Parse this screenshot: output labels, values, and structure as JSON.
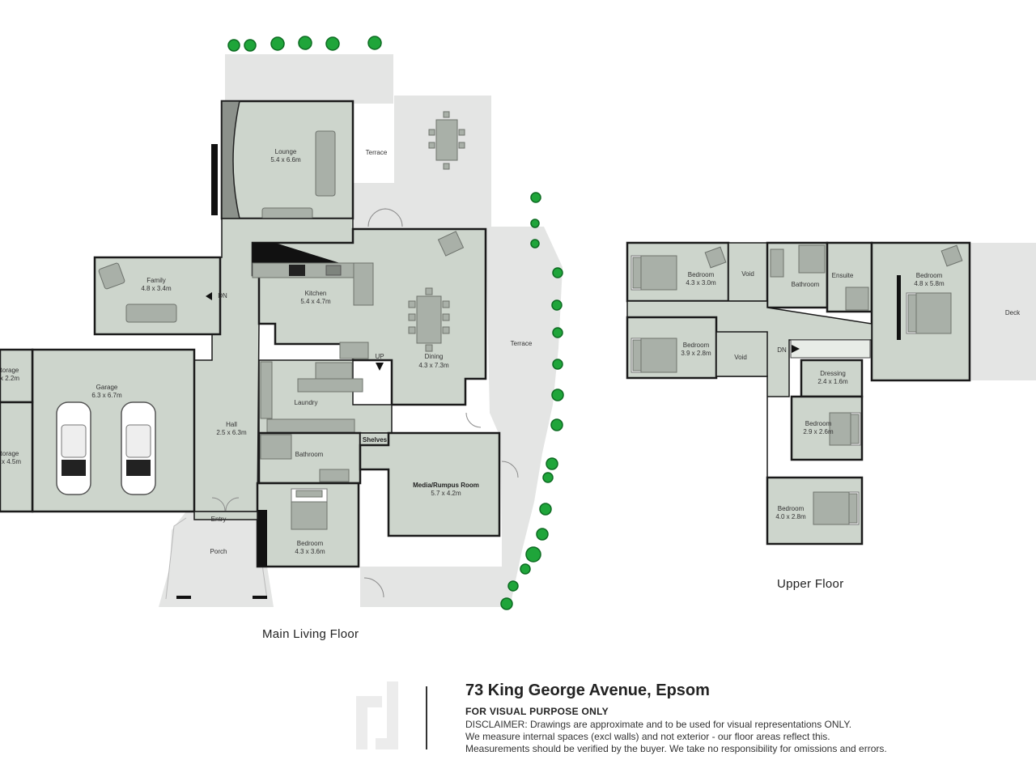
{
  "floors": {
    "main_title": "Main Living Floor",
    "upper_title": "Upper  Floor"
  },
  "rooms": {
    "lounge": {
      "name": "Lounge",
      "size": "5.4 x 6.6m"
    },
    "terrace_top": {
      "name": "Terrace"
    },
    "terrace_right": {
      "name": "Terrace"
    },
    "family": {
      "name": "Family",
      "size": "4.8 x 3.4m"
    },
    "kitchen": {
      "name": "Kitchen",
      "size": "5.4 x 4.7m"
    },
    "dining": {
      "name": "Dining",
      "size": "4.3 x 7.3m"
    },
    "storage1": {
      "name": "torage",
      "size": "x 2.2m"
    },
    "storage2": {
      "name": "torage",
      "size": "x 4.5m"
    },
    "garage": {
      "name": "Garage",
      "size": "6.3 x 6.7m"
    },
    "hall": {
      "name": "Hall",
      "size": "2.5 x 6.3m"
    },
    "laundry": {
      "name": "Laundry"
    },
    "bathroom_main": {
      "name": "Bathroom"
    },
    "shelves": {
      "name": "Shelves"
    },
    "media": {
      "name": "Media/Rumpus Room",
      "size": "5.7 x 4.2m"
    },
    "bedroom_main": {
      "name": "Bedroom",
      "size": "4.3 x 3.6m"
    },
    "entry": {
      "name": "Entry"
    },
    "porch": {
      "name": "Porch"
    },
    "bed_u1": {
      "name": "Bedroom",
      "size": "4.3 x 3.0m"
    },
    "void1": {
      "name": "Void"
    },
    "bathroom_upper": {
      "name": "Bathroom"
    },
    "ensuite": {
      "name": "Ensuite"
    },
    "bed_u_master": {
      "name": "Bedroom",
      "size": "4.8 x 5.8m"
    },
    "deck": {
      "name": "Deck"
    },
    "bed_u2": {
      "name": "Bedroom",
      "size": "3.9 x 2.8m"
    },
    "void2": {
      "name": "Void"
    },
    "dressing": {
      "name": "Dressing",
      "size": "2.4 x 1.6m"
    },
    "bed_u3": {
      "name": "Bedroom",
      "size": "2.9 x 2.6m"
    },
    "bed_u4": {
      "name": "Bedroom",
      "size": "4.0 x 2.8m"
    }
  },
  "markers": {
    "dn_main": "DN",
    "up_main": "UP",
    "dn_upper": "DN"
  },
  "footer": {
    "address": "73 King George Avenue, Epsom",
    "visual_purpose": "FOR VISUAL PURPOSE ONLY",
    "disclaimer_1": "DISCLAIMER:  Drawings are approximate and to be used for visual representations ONLY.",
    "disclaimer_2": "We measure internal spaces (excl walls) and not exterior - our floor areas reflect this.",
    "disclaimer_3": "Measurements should be verified by the buyer. We take no responsibility for omissions and errors."
  },
  "colors": {
    "room_fill": "#cdd5cc",
    "outdoor_fill": "#e4e5e4",
    "tree_green": "#1fa53a",
    "wall": "#1a1a1a"
  }
}
